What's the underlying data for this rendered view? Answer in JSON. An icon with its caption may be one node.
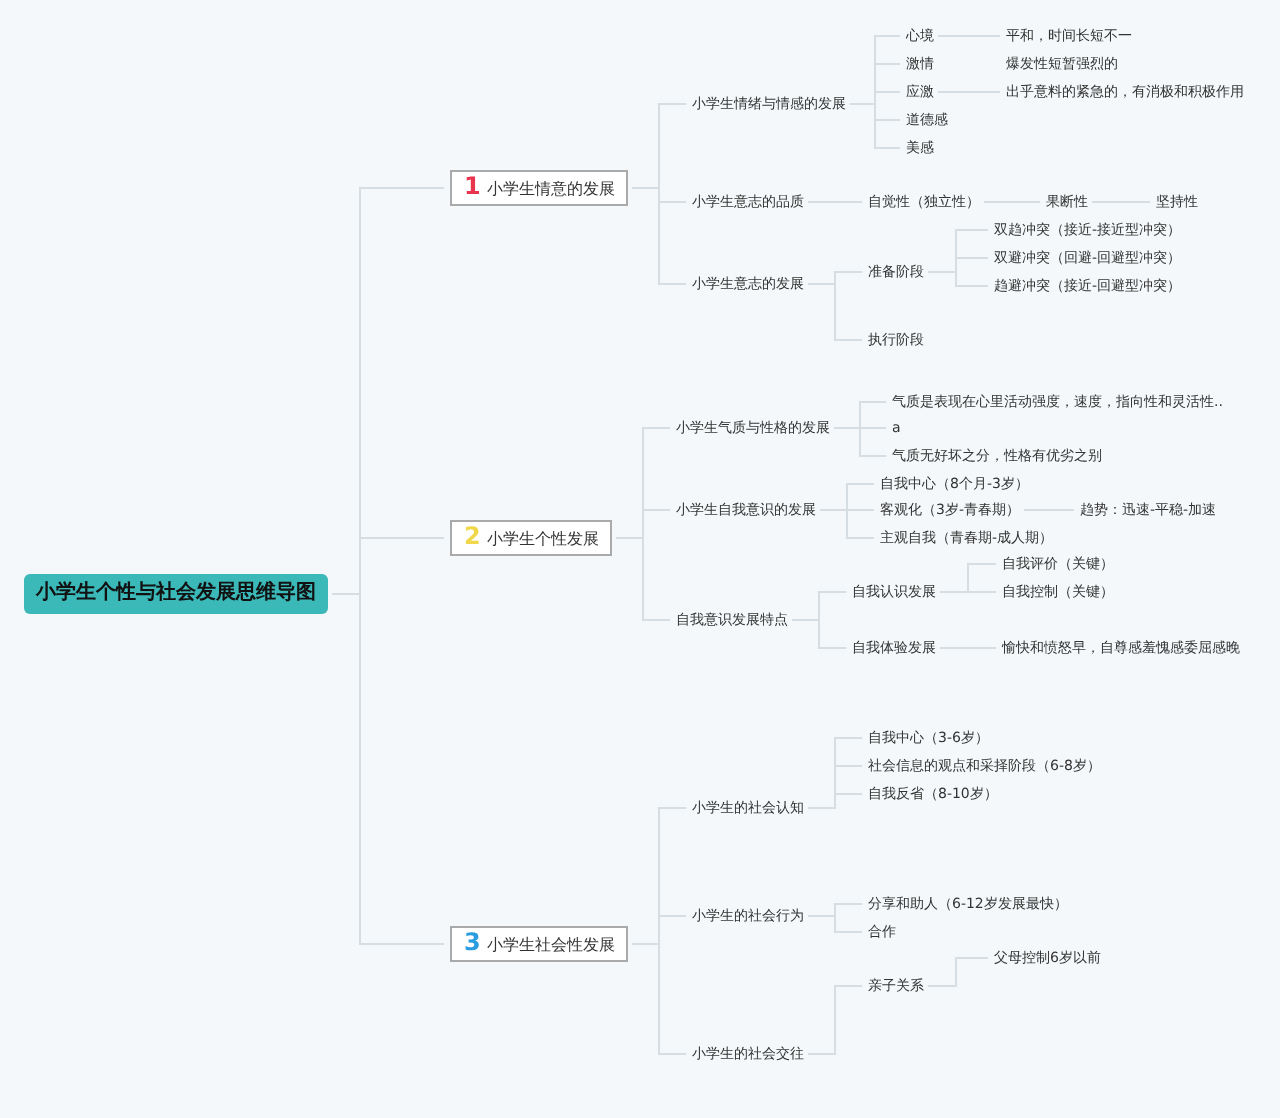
{
  "diagram": {
    "nodes": [
      {
        "text": [
          "小学生个性与社会发展思维导图"
        ]
      },
      {
        "text": [
          "1",
          "小学生情意的发展"
        ]
      },
      {
        "text": [
          "2",
          "小学生个性发展"
        ]
      },
      {
        "text": [
          "3",
          "小学生社会性发展"
        ]
      },
      {
        "text": [
          "小学生情绪与情感的发展"
        ]
      },
      {
        "text": [
          "心境"
        ]
      },
      {
        "text": [
          "平和，时间长短不一"
        ]
      },
      {
        "text": [
          "激情"
        ]
      },
      {
        "text": [
          "爆发性短暂强烈的"
        ]
      },
      {
        "text": [
          "应激"
        ]
      },
      {
        "text": [
          "出乎意料的紧急的，有消极和积极作用"
        ]
      },
      {
        "text": [
          "道德感"
        ]
      },
      {
        "text": [
          "美感"
        ]
      },
      {
        "text": [
          "小学生意志的品质"
        ]
      },
      {
        "text": [
          "自觉性（独立性）"
        ]
      },
      {
        "text": [
          "果断性"
        ]
      },
      {
        "text": [
          "坚持性"
        ]
      },
      {
        "text": [
          "小学生意志的发展"
        ]
      },
      {
        "text": [
          "准备阶段"
        ]
      },
      {
        "text": [
          "双趋冲突（接近-接近型冲突）"
        ]
      },
      {
        "text": [
          "双避冲突（回避-回避型冲突）"
        ]
      },
      {
        "text": [
          "趋避冲突（接近-回避型冲突）"
        ]
      },
      {
        "text": [
          "执行阶段"
        ]
      },
      {
        "text": [
          "小学生气质与性格的发展"
        ]
      },
      {
        "text": [
          "气质是表现在心里活动强度，速度，指向性和灵活性.."
        ]
      },
      {
        "text": [
          "a"
        ]
      },
      {
        "text": [
          "气质无好坏之分，性格有优劣之别"
        ]
      },
      {
        "text": [
          "小学生自我意识的发展"
        ]
      },
      {
        "text": [
          "自我中心（8个月-3岁）"
        ]
      },
      {
        "text": [
          "客观化（3岁-青春期）"
        ]
      },
      {
        "text": [
          "趋势：迅速-平稳-加速"
        ]
      },
      {
        "text": [
          "主观自我（青春期-成人期）"
        ]
      },
      {
        "text": [
          "自我意识发展特点"
        ]
      },
      {
        "text": [
          "自我认识发展"
        ]
      },
      {
        "text": [
          "自我评价（关键）"
        ]
      },
      {
        "text": [
          "自我控制（关键）"
        ]
      },
      {
        "text": [
          "自我体验发展"
        ]
      },
      {
        "text": [
          "愉快和愤怒早，自尊感羞愧感委屈感晚"
        ]
      },
      {
        "text": [
          "小学生的社会认知"
        ]
      },
      {
        "text": [
          "自我中心（3-6岁）"
        ]
      },
      {
        "text": [
          "社会信息的观点和采择阶段（6-8岁）"
        ]
      },
      {
        "text": [
          "自我反省（8-10岁）"
        ]
      },
      {
        "text": [
          "小学生的社会行为"
        ]
      },
      {
        "text": [
          "分享和助人（6-12岁发展最快）"
        ]
      },
      {
        "text": [
          "合作"
        ]
      },
      {
        "text": [
          "小学生的社会交往"
        ]
      },
      {
        "text": [
          "亲子关系"
        ]
      },
      {
        "text": [
          "父母控制6岁以前"
        ]
      }
    ],
    "edges": [
      {
        "from": 0,
        "to": 1,
        "arrow": "none"
      },
      {
        "from": 0,
        "to": 2,
        "arrow": "none"
      },
      {
        "from": 0,
        "to": 3,
        "arrow": "none"
      },
      {
        "from": 1,
        "to": 4,
        "arrow": "none"
      },
      {
        "from": 1,
        "to": 13,
        "arrow": "none"
      },
      {
        "from": 1,
        "to": 17,
        "arrow": "none"
      },
      {
        "from": 4,
        "to": 5,
        "arrow": "none"
      },
      {
        "from": 4,
        "to": 7,
        "arrow": "none"
      },
      {
        "from": 4,
        "to": 9,
        "arrow": "none"
      },
      {
        "from": 4,
        "to": 11,
        "arrow": "none"
      },
      {
        "from": 4,
        "to": 12,
        "arrow": "none"
      },
      {
        "from": 5,
        "to": 6,
        "arrow": "none"
      },
      {
        "from": 9,
        "to": 10,
        "arrow": "none"
      },
      {
        "from": 13,
        "to": 14,
        "arrow": "none"
      },
      {
        "from": 14,
        "to": 15,
        "arrow": "none"
      },
      {
        "from": 15,
        "to": 16,
        "arrow": "none"
      },
      {
        "from": 17,
        "to": 18,
        "arrow": "none"
      },
      {
        "from": 17,
        "to": 22,
        "arrow": "none"
      },
      {
        "from": 18,
        "to": 19,
        "arrow": "none"
      },
      {
        "from": 18,
        "to": 20,
        "arrow": "none"
      },
      {
        "from": 18,
        "to": 21,
        "arrow": "none"
      },
      {
        "from": 2,
        "to": 23,
        "arrow": "none"
      },
      {
        "from": 2,
        "to": 27,
        "arrow": "none"
      },
      {
        "from": 2,
        "to": 32,
        "arrow": "none"
      },
      {
        "from": 23,
        "to": 24,
        "arrow": "none"
      },
      {
        "from": 23,
        "to": 25,
        "arrow": "none"
      },
      {
        "from": 23,
        "to": 26,
        "arrow": "none"
      },
      {
        "from": 27,
        "to": 28,
        "arrow": "none"
      },
      {
        "from": 27,
        "to": 29,
        "arrow": "none"
      },
      {
        "from": 27,
        "to": 31,
        "arrow": "none"
      },
      {
        "from": 29,
        "to": 30,
        "arrow": "none"
      },
      {
        "from": 32,
        "to": 33,
        "arrow": "none"
      },
      {
        "from": 32,
        "to": 36,
        "arrow": "none"
      },
      {
        "from": 33,
        "to": 34,
        "arrow": "none"
      },
      {
        "from": 33,
        "to": 35,
        "arrow": "none"
      },
      {
        "from": 36,
        "to": 37,
        "arrow": "none"
      },
      {
        "from": 3,
        "to": 38,
        "arrow": "none"
      },
      {
        "from": 3,
        "to": 42,
        "arrow": "none"
      },
      {
        "from": 3,
        "to": 45,
        "arrow": "none"
      },
      {
        "from": 38,
        "to": 39,
        "arrow": "none"
      },
      {
        "from": 38,
        "to": 40,
        "arrow": "none"
      },
      {
        "from": 38,
        "to": 41,
        "arrow": "none"
      },
      {
        "from": 42,
        "to": 43,
        "arrow": "none"
      },
      {
        "from": 42,
        "to": 44,
        "arrow": "none"
      },
      {
        "from": 45,
        "to": 46,
        "arrow": "none"
      },
      {
        "from": 46,
        "to": 47,
        "arrow": "none"
      }
    ]
  }
}
